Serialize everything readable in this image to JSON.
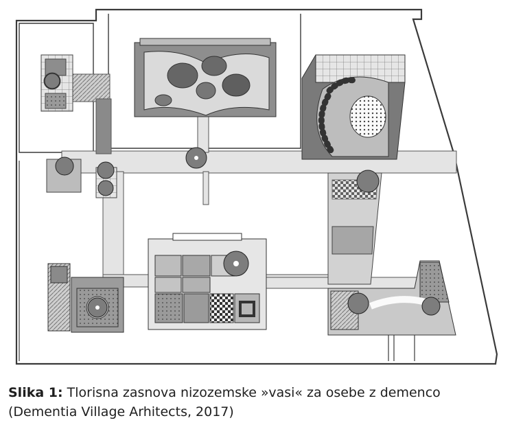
{
  "caption": {
    "label": "Slika 1:",
    "text": "Tlorisna zasnova nizozemske »vasi« za osebe z demenco",
    "credit": "(Dementia Village Arhitects, 2017)"
  },
  "colors": {
    "ink": "#3a3a3a",
    "paper": "#ffffff",
    "path": "#dedede",
    "garden_dark": "#6e6e6e",
    "garden_mid": "#9a9a9a",
    "garden_light": "#c8c8c8",
    "tree": "#7d7d7d"
  }
}
